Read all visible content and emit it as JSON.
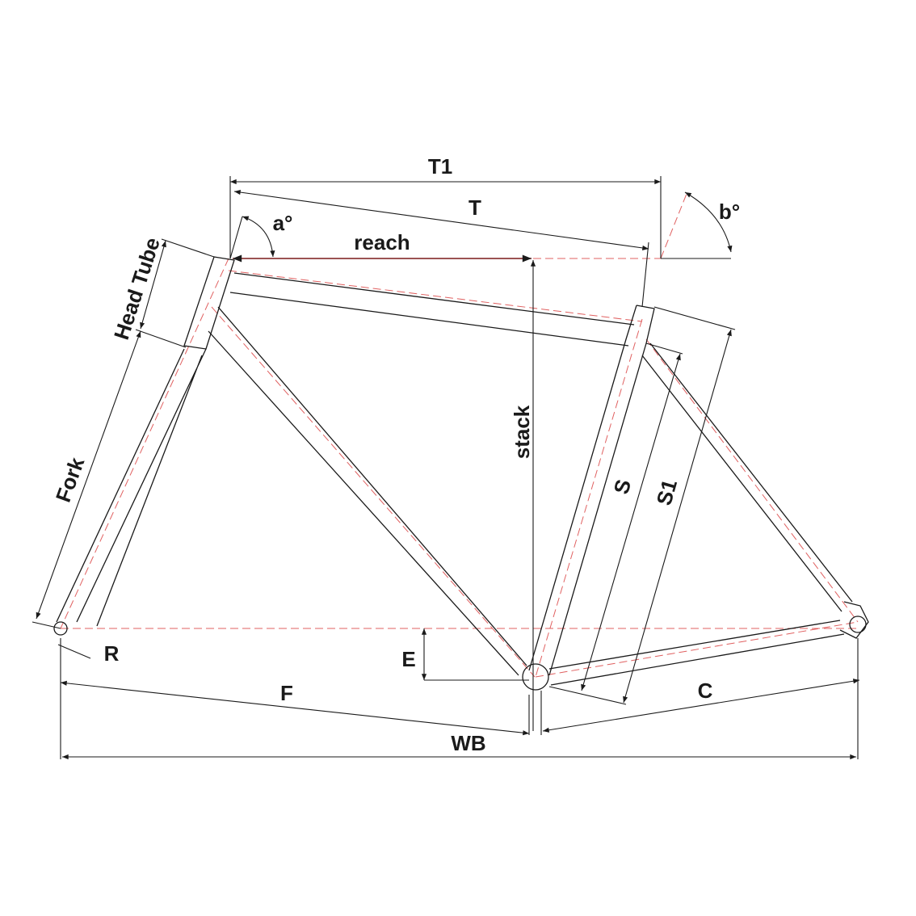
{
  "title": "Bicycle frame geometry",
  "labels": {
    "t1": "T1",
    "t": "T",
    "reach": "reach",
    "a_angle": "a°",
    "b_angle": "b°",
    "head_tube": "Head Tube",
    "fork": "Fork",
    "stack": "stack",
    "s": "S",
    "s1": "S1",
    "r": "R",
    "e": "E",
    "f": "F",
    "c": "C",
    "wb": "WB"
  },
  "colors": {
    "line": "#1a1a1a",
    "centerline": "#e06060",
    "reach": "#7a1a1a"
  }
}
